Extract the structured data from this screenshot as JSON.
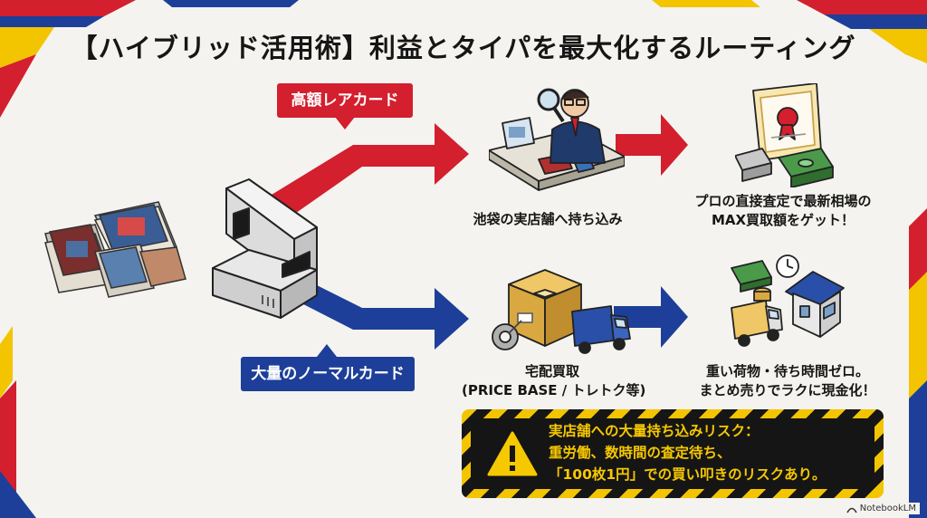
{
  "title": "【ハイブリッド活用術】利益とタイパを最大化するルーティング",
  "labels": {
    "rare": "高額レアカード",
    "normal": "大量のノーマルカード"
  },
  "routes": {
    "store": "池袋の実店舗へ持ち込み",
    "delivery_line1": "宅配買取",
    "delivery_line2": "(PRICE BASE / トレトク等)"
  },
  "results": {
    "store_line1": "プロの直接査定で最新相場の",
    "store_line2": "MAX買取額をゲット！",
    "delivery_line1": "重い荷物・待ち時間ゼロ。",
    "delivery_line2": "まとめ売りでラクに現金化！"
  },
  "warning": {
    "line1": "実店舗への大量持ち込みリスク：",
    "line2": "重労働、数時間の査定待ち、",
    "line3": "「100枚1円」での買い叩きのリスクあり。"
  },
  "brand": "NotebookLM",
  "colors": {
    "red": "#d31f2e",
    "blue": "#1d3f99",
    "yellow": "#f3c400",
    "dark": "#151515"
  },
  "icons": [
    "card-stack-icon",
    "sorter-machine-icon",
    "appraiser-icon",
    "certificate-cash-icon",
    "box-truck-icon",
    "cash-clock-house-truck-icon",
    "warning-icon"
  ]
}
